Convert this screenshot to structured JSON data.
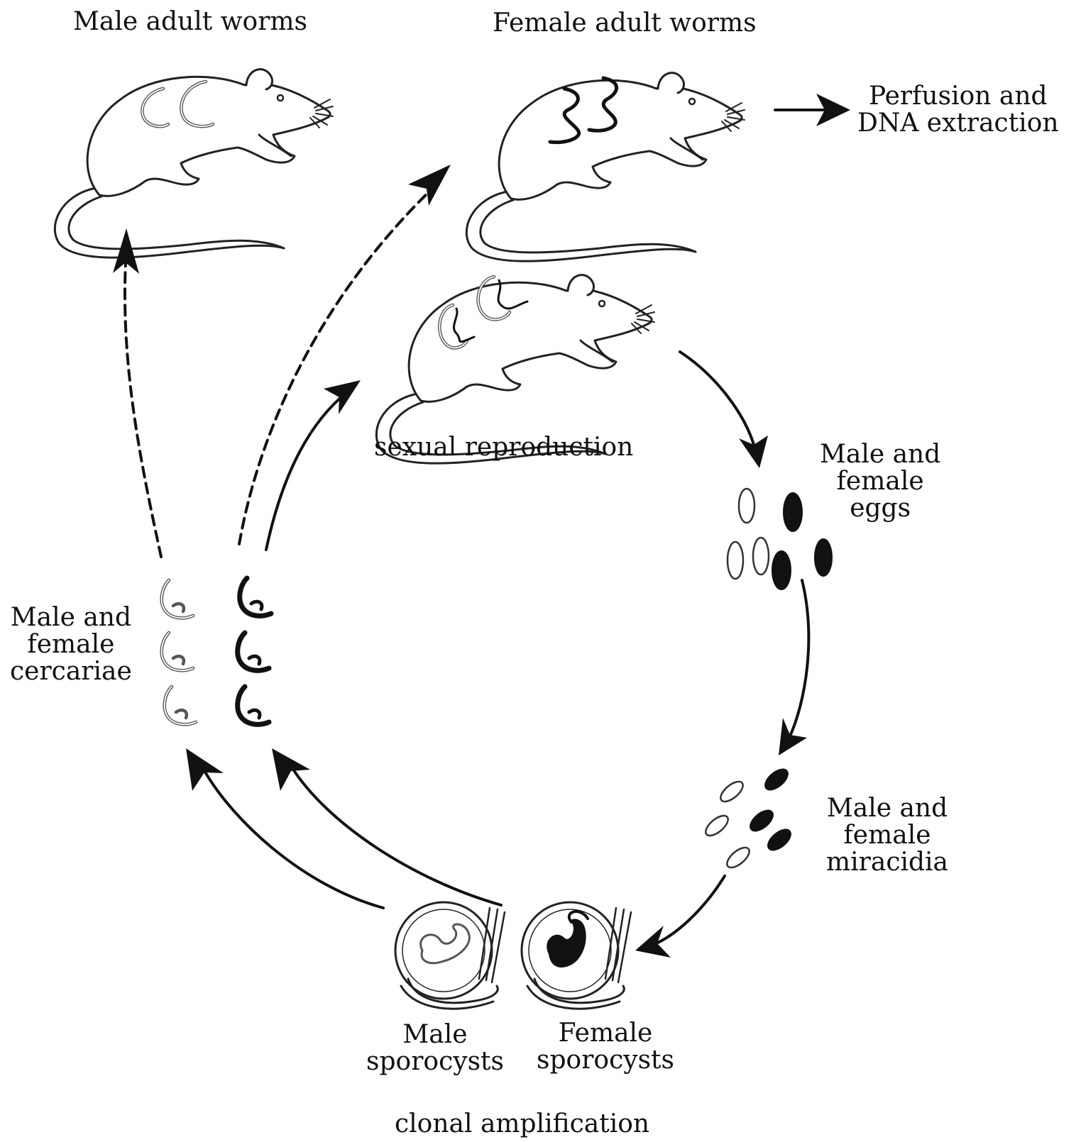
{
  "labels": {
    "male_adult_worms": "Male adult worms",
    "female_adult_worms": "Female adult worms",
    "perfusion_line1": "Perfusion and",
    "perfusion_line2": "DNA extraction",
    "sexual_reproduction": "sexual reproduction",
    "eggs_line1": "Male and",
    "eggs_line2": "female",
    "eggs_line3": "eggs",
    "cercariae_line1": "Male and",
    "cercariae_line2": "female",
    "cercariae_line3": "cercariae",
    "miracidia_line1": "Male and",
    "miracidia_line2": "female",
    "miracidia_line3": "miracidia",
    "male_sporo_line1": "Male",
    "male_sporo_line2": "sporocysts",
    "female_sporo_line1": "Female",
    "female_sporo_line2": "sporocysts",
    "clonal_amplification": "clonal amplification"
  },
  "colors": {
    "ink": "#111111",
    "male_worm": "#555555",
    "background": "#ffffff"
  }
}
